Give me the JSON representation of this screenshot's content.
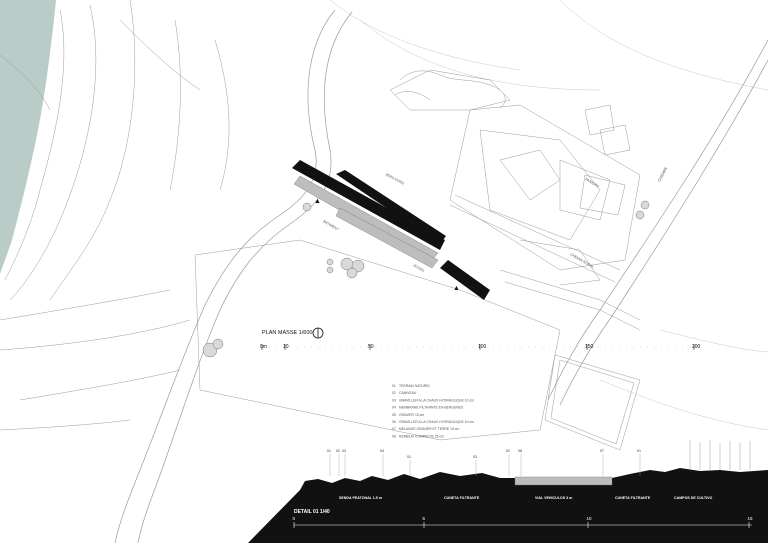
{
  "colors": {
    "water": "#b9ccc8",
    "ink": "#111111",
    "line": "#9a9a9a",
    "light_line": "#c8c8c8",
    "paper": "#ffffff",
    "tree": "#d9d9d9"
  },
  "plan": {
    "title": "PLAN MASSE 1/600",
    "north_icon": "north-arrow-icon",
    "scale_ticks": [
      "0m",
      "10",
      "50",
      "100",
      "150",
      "200"
    ]
  },
  "map_labels": {
    "road_east": "CHEMIN",
    "path_a": "VERS NORD",
    "path_b": "PARKING",
    "path_c": "CHEMIN RURAL",
    "path_d": "ACCES",
    "building_label": "BATIMENT"
  },
  "legend": [
    {
      "code": "01",
      "text": "TERRAIN NATUREL"
    },
    {
      "code": "02",
      "text": "CANIVEAU"
    },
    {
      "code": "03",
      "text": "GRAVILLER A LA CHAUX HYDRAULIQUE 10 cm"
    },
    {
      "code": "04",
      "text": "MEMBRANE FILTRANTE EN BERGERES"
    },
    {
      "code": "05",
      "text": "GRAVIER 10 cm"
    },
    {
      "code": "06",
      "text": "GRAVILLER A LA CHAUX HYDRAULIQUE 10 cm"
    },
    {
      "code": "07",
      "text": "MELANGE GRAVIER ET TERRE 15 cm"
    },
    {
      "code": "08",
      "text": "REMBLAI COMPACTE 25 cm"
    }
  ],
  "section": {
    "callouts": [
      "01",
      "02",
      "03",
      "04",
      "01",
      "03",
      "02",
      "08",
      "07",
      "01"
    ],
    "zones": [
      "SENDA PEATONAL 1.5 m",
      "CUNETA FILTRANTE",
      "VIAL VEHICULOS 3 m",
      "CUNETA FILTRANTE",
      "CAMPOS DE CULTIVO"
    ],
    "title": "DETAIL 01  1/40",
    "ruler_ticks": [
      "0",
      "5",
      "10",
      "15"
    ]
  }
}
